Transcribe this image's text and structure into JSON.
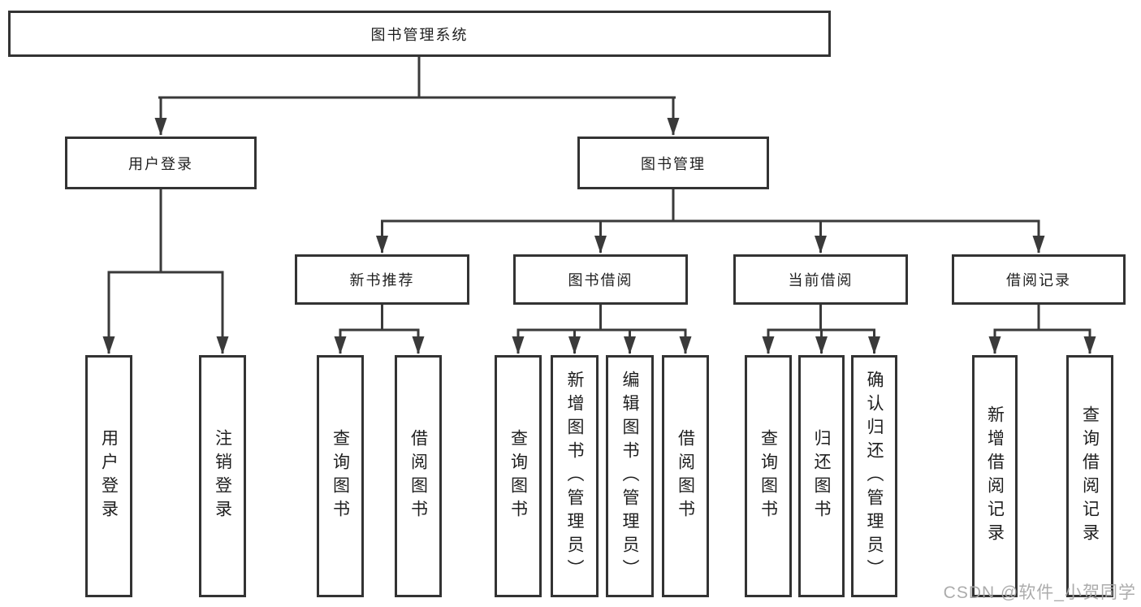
{
  "diagram": {
    "root": {
      "label": "图书管理系统"
    },
    "user_login": {
      "label": "用户登录",
      "children": [
        "用户登录",
        "注销登录"
      ]
    },
    "book_management": {
      "label": "图书管理"
    },
    "new_book": {
      "label": "新书推荐",
      "children": [
        "查询图书",
        "借阅图书"
      ]
    },
    "book_borrow": {
      "label": "图书借阅",
      "children": [
        "查询图书",
        "新增图书（管理员）",
        "编辑图书（管理员）",
        "借阅图书"
      ]
    },
    "current_borrow": {
      "label": "当前借阅",
      "children": [
        "查询图书",
        "归还图书",
        "确认归还（管理员）"
      ]
    },
    "borrow_record": {
      "label": "借阅记录",
      "children": [
        "新增借阅记录",
        "查询借阅记录"
      ]
    },
    "watermark": "CSDN @软件_小贺同学",
    "colors": {
      "line": "#3a3a3a",
      "border": "#333333",
      "text": "#1f1f1f",
      "watermark": "#a8a8a8"
    }
  }
}
